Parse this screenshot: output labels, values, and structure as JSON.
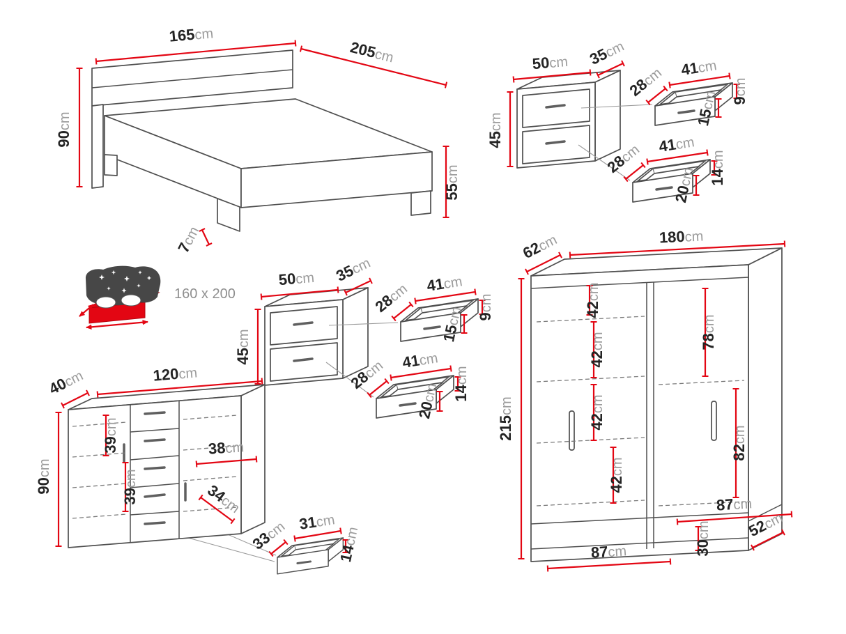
{
  "colors": {
    "dimension_red": "#e30613",
    "line_gray": "#4f4f4f",
    "text_dark": "#242424",
    "text_unit_gray": "#9c9c9c"
  },
  "bed": {
    "width": {
      "value": "165",
      "unit": "cm"
    },
    "length": {
      "value": "205",
      "unit": "cm"
    },
    "headboard_height": {
      "value": "90",
      "unit": "cm"
    },
    "frame_height": {
      "value": "55",
      "unit": "cm"
    },
    "leg_height": {
      "value": "7",
      "unit": "cm"
    },
    "mattress_size": "160 x 200"
  },
  "nightstand": {
    "width": {
      "value": "50",
      "unit": "cm"
    },
    "depth": {
      "value": "35",
      "unit": "cm"
    },
    "height": {
      "value": "45",
      "unit": "cm"
    },
    "top_drawer": {
      "depth": {
        "value": "28",
        "unit": "cm"
      },
      "width": {
        "value": "41",
        "unit": "cm"
      },
      "side_height": {
        "value": "9",
        "unit": "cm"
      },
      "front_height": {
        "value": "15",
        "unit": "cm"
      }
    },
    "bottom_drawer": {
      "depth": {
        "value": "28",
        "unit": "cm"
      },
      "width": {
        "value": "41",
        "unit": "cm"
      },
      "side_height": {
        "value": "14",
        "unit": "cm"
      },
      "front_height": {
        "value": "20",
        "unit": "cm"
      }
    }
  },
  "dresser": {
    "depth": {
      "value": "40",
      "unit": "cm"
    },
    "width": {
      "value": "120",
      "unit": "cm"
    },
    "height": {
      "value": "90",
      "unit": "cm"
    },
    "shelf_gap_upper": {
      "value": "39",
      "unit": "cm"
    },
    "right_section_width": {
      "value": "38",
      "unit": "cm"
    },
    "shelf_gap_lower": {
      "value": "39",
      "unit": "cm"
    },
    "inner_depth": {
      "value": "34",
      "unit": "cm"
    },
    "drawer": {
      "depth": {
        "value": "33",
        "unit": "cm"
      },
      "width": {
        "value": "31",
        "unit": "cm"
      },
      "height": {
        "value": "14",
        "unit": "cm"
      }
    }
  },
  "wardrobe": {
    "depth": {
      "value": "62",
      "unit": "cm"
    },
    "width": {
      "value": "180",
      "unit": "cm"
    },
    "height": {
      "value": "215",
      "unit": "cm"
    },
    "shelf_gap_1": {
      "value": "42",
      "unit": "cm"
    },
    "hanging_section_top": {
      "value": "78",
      "unit": "cm"
    },
    "shelf_gap_2": {
      "value": "42",
      "unit": "cm"
    },
    "shelf_gap_3": {
      "value": "42",
      "unit": "cm"
    },
    "hanging_section_bottom": {
      "value": "82",
      "unit": "cm"
    },
    "shelf_gap_4": {
      "value": "42",
      "unit": "cm"
    },
    "right_section_width": {
      "value": "87",
      "unit": "cm"
    },
    "plinth_height": {
      "value": "30",
      "unit": "cm"
    },
    "bottom_shelf_depth": {
      "value": "52",
      "unit": "cm"
    },
    "left_section_width": {
      "value": "87",
      "unit": "cm"
    }
  }
}
